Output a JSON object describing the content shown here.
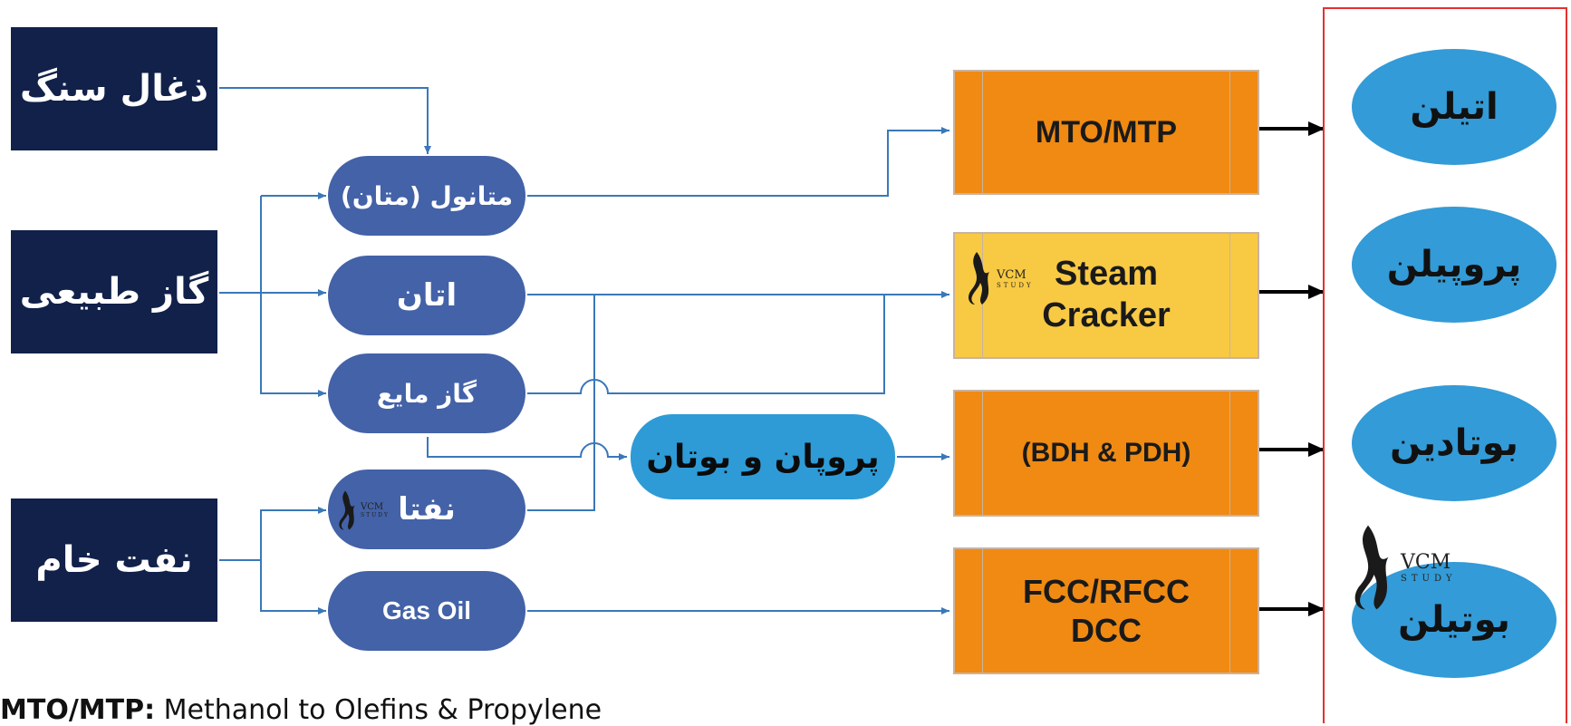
{
  "sources": {
    "coal": "ذغال سنگ",
    "natural_gas": "گاز طبیعی",
    "crude_oil": "نفت خام"
  },
  "intermediates": {
    "methanol": "متانول (متان)",
    "ethane": "اتان",
    "lpg": "گاز مایع",
    "naphtha": "نفتا",
    "gas_oil": "Gas Oil",
    "propane_butane": "پروپان و بوتان"
  },
  "processes": {
    "mto": "MTO/MTP",
    "steam_line1": "Steam",
    "steam_line2": "Cracker",
    "bdh": "(BDH & PDH)",
    "fcc_line1": "FCC/RFCC",
    "fcc_line2": "DCC"
  },
  "products": {
    "ethylene": "اتیلن",
    "propylene": "پروپیلن",
    "butadiene": "بوتادین",
    "butylene": "بوتیلن"
  },
  "footnote": {
    "term": "MTO/MTP:",
    "definition": "Methanol to Olefins & Propylene"
  },
  "watermark": {
    "brand": "VCM",
    "sub": "STUDY"
  },
  "colors": {
    "source_fill": "#11214a",
    "intermediate_fill": "#4362a8",
    "propane_butane_fill": "#2e9bd6",
    "process_fill": "#f08a12",
    "steam_cracker_fill": "#f8c943",
    "product_fill": "#339bd7",
    "output_box_border": "#e53030",
    "connector": "#3a78b8"
  }
}
